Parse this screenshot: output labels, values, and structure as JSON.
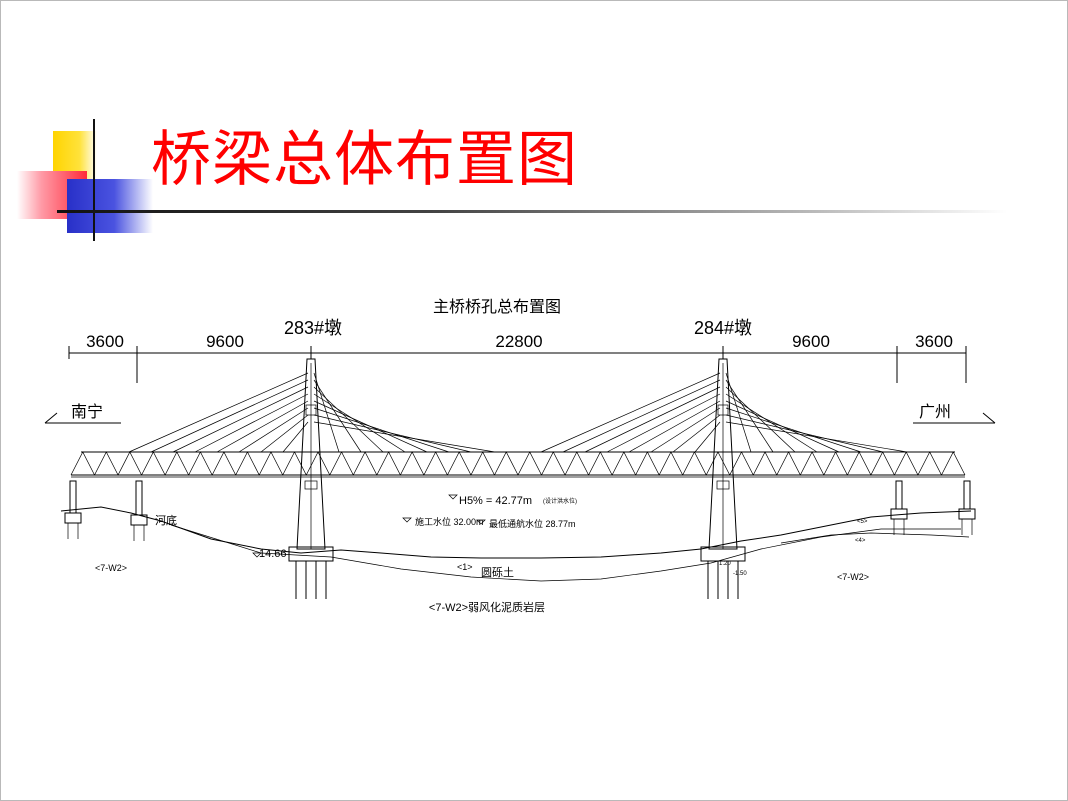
{
  "slide": {
    "title": "桥梁总体布置图",
    "accent_colors": {
      "title": "#ff0000",
      "yellow": "#ffd400",
      "red": "#ff2a3a",
      "blue": "#2830c8"
    }
  },
  "drawing": {
    "subtitle": "主桥桥孔总布置图",
    "spans": [
      "3600",
      "9600",
      "22800",
      "9600",
      "3600"
    ],
    "piers": {
      "left": "283#墩",
      "right": "284#墩"
    },
    "directions": {
      "left": "南宁",
      "right": "广州"
    },
    "water_levels": {
      "design": "H5% = 42.77m",
      "design_note": "(设计洪水位)",
      "construction": "施工水位 32.00m",
      "navigation": "最低通航水位 28.77m"
    },
    "elevations": {
      "left_pier_foundation": "14.66"
    },
    "geology": {
      "river_bed": "河底",
      "layer_1": "<1>",
      "pebble": "圆砾土",
      "bedrock": "<7-W2>弱风化泥质岩层",
      "left_label": "<7-W2>",
      "right_label": "<7-W2>",
      "right_bank_layers": [
        "<5>",
        "<4>"
      ],
      "small_marks": [
        "1.20",
        "-1.50"
      ]
    }
  }
}
